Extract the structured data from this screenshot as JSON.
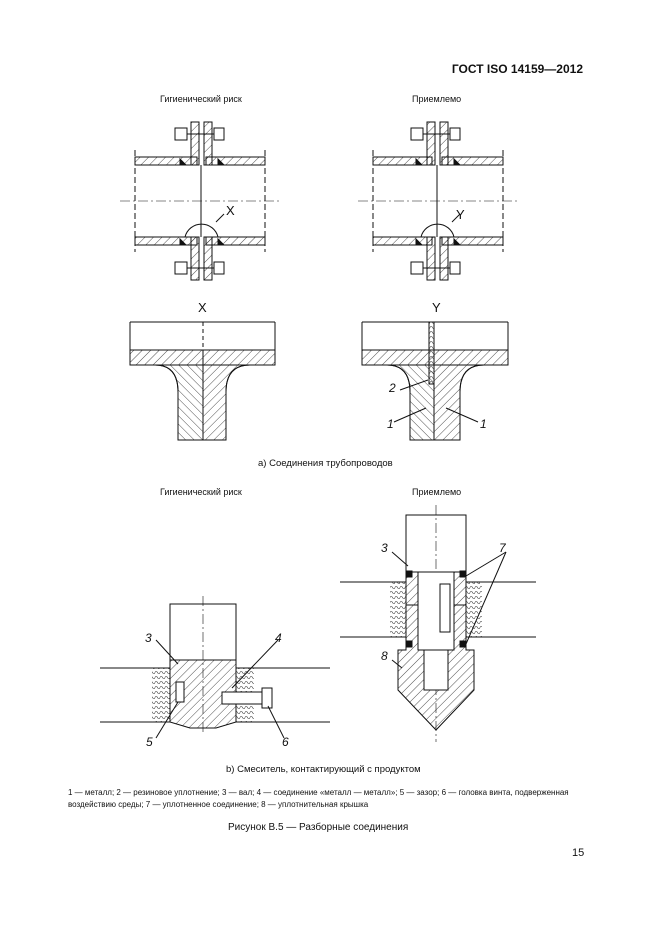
{
  "header": {
    "standard": "ГОСТ ISO 14159—2012"
  },
  "section_a": {
    "left_title": "Гигиенический риск",
    "right_title": "Приемлемо",
    "detail_x": "X",
    "detail_y": "Y",
    "caption": "a) Соединения трубопроводов"
  },
  "section_b": {
    "left_title": "Гигиенический риск",
    "right_title": "Приемлемо",
    "caption": "b) Смеситель, контактирующий с продуктом"
  },
  "callouts": {
    "n1": "1",
    "n2": "2",
    "n3": "3",
    "n4": "4",
    "n5": "5",
    "n6": "6",
    "n7": "7",
    "n8": "8"
  },
  "legend": "1 — металл; 2 — резиновое уплотнение; 3 — вал; 4 — соединение «металл — металл»; 5 — зазор; 6 — головка винта, подверженная воздействию среды; 7 — уплотненное соединение; 8 — уплотнительная крышка",
  "figure_caption": "Рисунок В.5 — Разборные соединения",
  "page_number": "15"
}
